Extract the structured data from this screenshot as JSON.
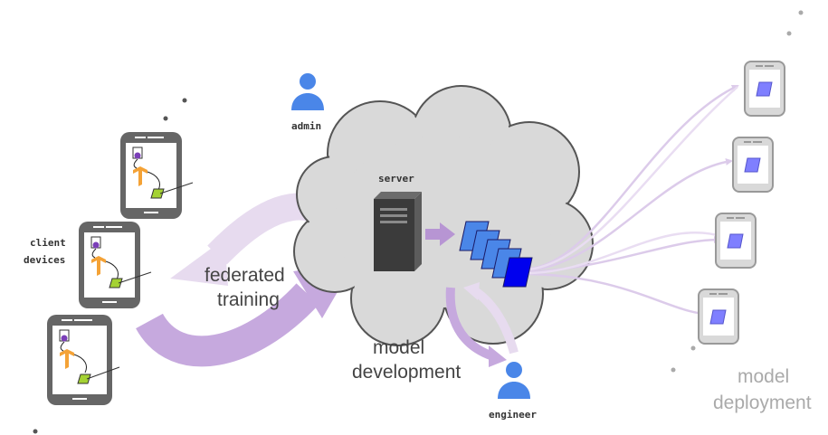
{
  "labels": {
    "admin": "admin",
    "server": "server",
    "client_devices_line1": "client",
    "client_devices_line2": "devices",
    "federated_line1": "federated",
    "federated_line2": "training",
    "model_dev_line1": "model",
    "model_dev_line2": "development",
    "engineer": "engineer",
    "deploy_line1": "model",
    "deploy_line2": "deployment"
  },
  "colors": {
    "arrow_dark": "#b795d3",
    "arrow_light": "#e7dbef",
    "cloud_fill": "#d9d9d9",
    "person_blue": "#4a86e8",
    "model_blue": "#3d7ce0",
    "model_dark": "#0000ee",
    "deploy_gray": "#999999",
    "device_gray": "#666666",
    "tf_orange": "#f4a236",
    "green_square": "#a4d233",
    "db_purple": "#7b3fb8"
  }
}
